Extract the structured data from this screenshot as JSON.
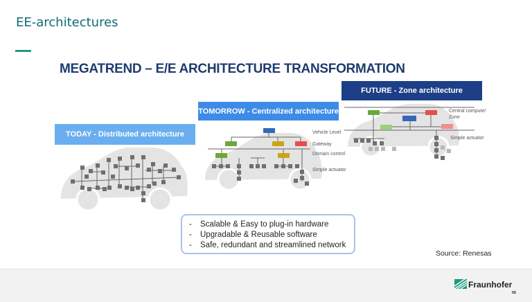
{
  "header": {
    "slide_title": "EE-architectures",
    "main_heading": "MEGATREND – E/E ARCHITECTURE TRANSFORMATION"
  },
  "stages": {
    "today": "TODAY - Distributed architecture",
    "tomorrow": "TOMORROW - Centralized architecture",
    "future": "FUTURE - Zone architecture"
  },
  "tomorrow_levels": [
    "Vehicle Level",
    "Gateway",
    "Domain control",
    "Simple actuator"
  ],
  "future_levels": [
    "Central compute/",
    "Zone",
    "Simple actuator"
  ],
  "benefits": [
    "Scalable & Easy to plug-in hardware",
    "Upgradable & Reusable software",
    "Safe, redundant and streamlined network"
  ],
  "bullet_marker": "-",
  "source": "Source: Renesas",
  "footer": {
    "logo_name": "Fraunhofer",
    "logo_sub": "IIS"
  },
  "colors": {
    "title_teal": "#0f6a78",
    "accent_green": "#1f9a86",
    "heading_navy": "#1d3b6e",
    "today_blue": "#6aaef0",
    "tomorrow_blue": "#3d8be7",
    "future_navy": "#1c3f88",
    "node_green": "#6aa83e",
    "node_gold": "#c9a516",
    "node_red": "#e84c4c",
    "node_blue": "#3468b8",
    "node_gray": "#6f6f6f"
  }
}
